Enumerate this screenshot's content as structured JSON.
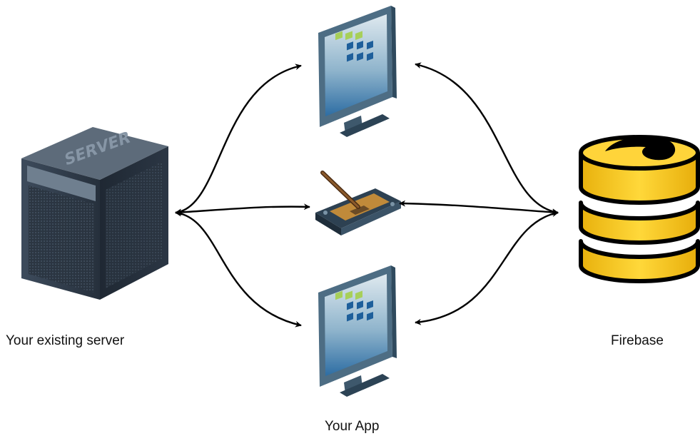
{
  "nodes": {
    "server": {
      "label": "Your existing server",
      "icon": "server-icon",
      "emblem_text": "SERVER"
    },
    "app": {
      "label": "Your App",
      "devices": [
        {
          "icon": "desktop-monitor-icon"
        },
        {
          "icon": "tablet-stylus-icon"
        },
        {
          "icon": "desktop-monitor-icon"
        }
      ]
    },
    "firebase": {
      "label": "Firebase",
      "icon": "database-cylinder-icon"
    }
  },
  "edges": [
    {
      "from": "server",
      "to": "desktop-top",
      "direction": "bidirectional"
    },
    {
      "from": "server",
      "to": "tablet",
      "direction": "bidirectional"
    },
    {
      "from": "server",
      "to": "desktop-bottom",
      "direction": "bidirectional"
    },
    {
      "from": "firebase",
      "to": "desktop-top",
      "direction": "bidirectional"
    },
    {
      "from": "firebase",
      "to": "tablet",
      "direction": "bidirectional"
    },
    {
      "from": "firebase",
      "to": "desktop-bottom",
      "direction": "bidirectional"
    }
  ],
  "colors": {
    "arrow": "#000000",
    "server_body": "#2f3a48",
    "monitor_frame": "#4f6f86",
    "screen": "#2c6fa6",
    "database_fill": "#f5c518",
    "database_outline": "#000000"
  }
}
